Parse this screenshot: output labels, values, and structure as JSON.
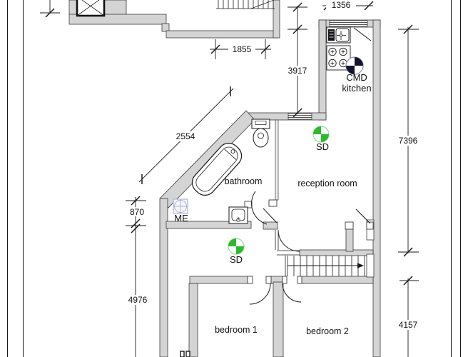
{
  "plan": {
    "room_labels": {
      "bathroom": "bathroom",
      "reception": "reception room",
      "bedroom1": "bedroom 1",
      "bedroom2": "bedroom 2"
    },
    "kitchen_label": {
      "line1": "CMD",
      "line2": "kitchen"
    },
    "symbol_labels": {
      "sd1": "SD",
      "sd2": "SD",
      "me": "ME"
    },
    "dimensions_mm": {
      "kitchen_width": "1356",
      "landing_width": "1855",
      "kitchen_run": "3917",
      "right_upper": "7396",
      "right_lower": "4157",
      "diagonal_wall": "2554",
      "left_upper": "870",
      "left_lower": "4976"
    },
    "colors": {
      "wall_fill": "#d4d4d4",
      "wall_edge": "#3a3a3a",
      "line": "#1a1a1a",
      "sd_green": "#2db92d",
      "sd_green_light": "#a5e2a5",
      "cmd_dark": "#13132e",
      "cmd_ring": "#8a93b8",
      "me_blue": "#a9aed0"
    }
  }
}
